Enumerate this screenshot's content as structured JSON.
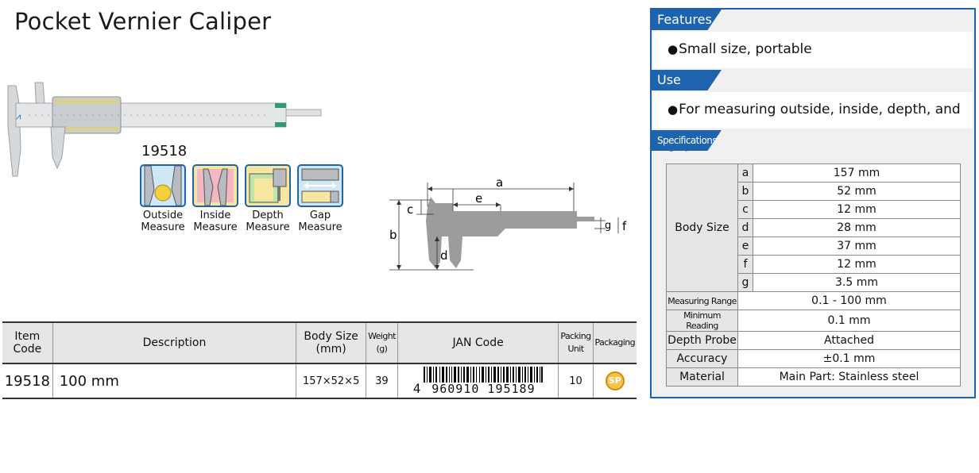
{
  "title": "Pocket Vernier Caliper",
  "item_code": "19518",
  "measure_icons": [
    {
      "name": "outside",
      "label": "Outside\nMeasure"
    },
    {
      "name": "inside",
      "label": "Inside\nMeasure"
    },
    {
      "name": "depth",
      "label": "Depth\nMeasure"
    },
    {
      "name": "gap",
      "label": "Gap\nMeasure"
    }
  ],
  "diagram_labels": {
    "a": "a",
    "b": "b",
    "c": "c",
    "d": "d",
    "e": "e",
    "f": "f",
    "g": "g"
  },
  "product_table": {
    "headers": {
      "item_code": "Item Code",
      "description": "Description",
      "body_size": "Body Size (mm)",
      "weight": "Weight (g)",
      "jan_code": "JAN Code",
      "packing_unit": "Packing Unit",
      "packaging": "Packaging"
    },
    "row": {
      "item_code": "19518",
      "description": "100 mm",
      "body_size": "157×52×5",
      "weight": "39",
      "jan_prefix": "4",
      "jan_digits": "960910 195189",
      "packing_unit": "10",
      "packaging": "SP"
    }
  },
  "panel": {
    "features_label": "Features",
    "features_text": "Small size, portable",
    "use_label": "Use",
    "use_text": "For measuring outside, inside, depth, and gap",
    "specs_label": "Specifications",
    "body_size_label": "Body Size",
    "body_size": [
      {
        "key": "a",
        "value": "157 mm"
      },
      {
        "key": "b",
        "value": "52 mm"
      },
      {
        "key": "c",
        "value": "12 mm"
      },
      {
        "key": "d",
        "value": "28 mm"
      },
      {
        "key": "e",
        "value": "37 mm"
      },
      {
        "key": "f",
        "value": "12 mm"
      },
      {
        "key": "g",
        "value": "3.5 mm"
      }
    ],
    "specs": [
      {
        "label": "Measuring Range",
        "value": "0.1 - 100 mm"
      },
      {
        "label": "Minimum Reading",
        "value": "0.1 mm"
      },
      {
        "label": "Depth Probe",
        "value": "Attached"
      },
      {
        "label": "Accuracy",
        "value": "±0.1 mm"
      },
      {
        "label": "Material",
        "value": "Main Part: Stainless steel"
      }
    ]
  },
  "colors": {
    "accent": "#1e63ad",
    "header_bg": "#e6e6e6",
    "panel_bg": "#f0f0f0",
    "sp_badge": "#f3c44c"
  }
}
